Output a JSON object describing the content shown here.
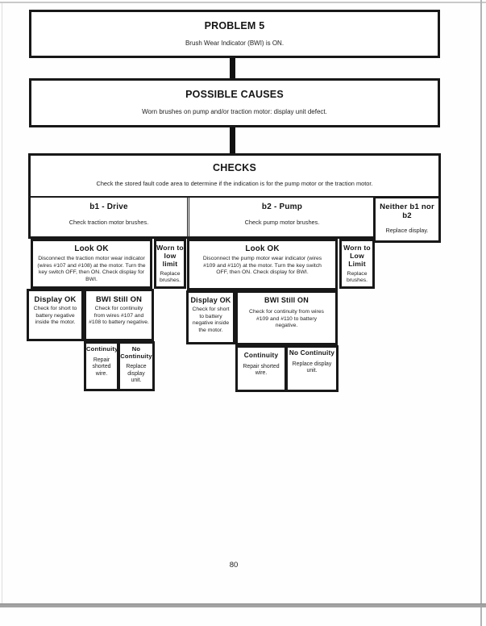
{
  "page": {
    "number": "80"
  },
  "problem": {
    "title": "PROBLEM 5",
    "subtitle": "Brush Wear Indicator (BWI) is ON."
  },
  "causes": {
    "title": "POSSIBLE CAUSES",
    "subtitle": "Worn brushes on pump and/or traction motor: display unit defect."
  },
  "checks": {
    "title": "CHECKS",
    "subtitle": "Check the stored fault code area to determine if the indication is for the pump motor or the traction motor.",
    "b1": {
      "title": "b1 - Drive",
      "subtitle": "Check traction motor brushes.",
      "look_ok": {
        "title": "Look OK",
        "body": "Disconnect the traction motor wear indicator (wires #107 and #108) at the motor. Turn the key switch OFF, then ON. Check display for BWI."
      },
      "worn": {
        "title": "Worn to low limit",
        "body": "Replace brushes."
      },
      "display_ok": {
        "title": "Display OK",
        "body": "Check for short to battery negative inside the motor."
      },
      "bwi_still_on": {
        "title": "BWI Still ON",
        "body": "Check for continuity from wires #107 and #108 to battery negative."
      },
      "continuity": {
        "title": "Continuity",
        "body": "Repair shorted wire."
      },
      "no_continuity": {
        "title": "No Continuity",
        "body": "Replace display unit."
      }
    },
    "b2": {
      "title": "b2 - Pump",
      "subtitle": "Check pump motor brushes.",
      "look_ok": {
        "title": "Look OK",
        "body": "Disconnect the pump motor wear indicator (wires #109 and #110) at the motor. Turn the key switch OFF, then ON. Check display for BWI."
      },
      "worn": {
        "title": "Worn to Low Limit",
        "body": "Replace brushes."
      },
      "display_ok": {
        "title": "Display OK",
        "body": "Check for short to battery negative inside the motor."
      },
      "bwi_still_on": {
        "title": "BWI Still ON",
        "body": "Check for continuity from wires #109 and #110 to battery negative."
      },
      "continuity": {
        "title": "Continuity",
        "body": "Repair shorted wire."
      },
      "no_continuity": {
        "title": "No Continuity",
        "body": "Replace display unit."
      }
    },
    "neither": {
      "title": "Neither b1 nor b2",
      "body": "Replace display."
    }
  }
}
